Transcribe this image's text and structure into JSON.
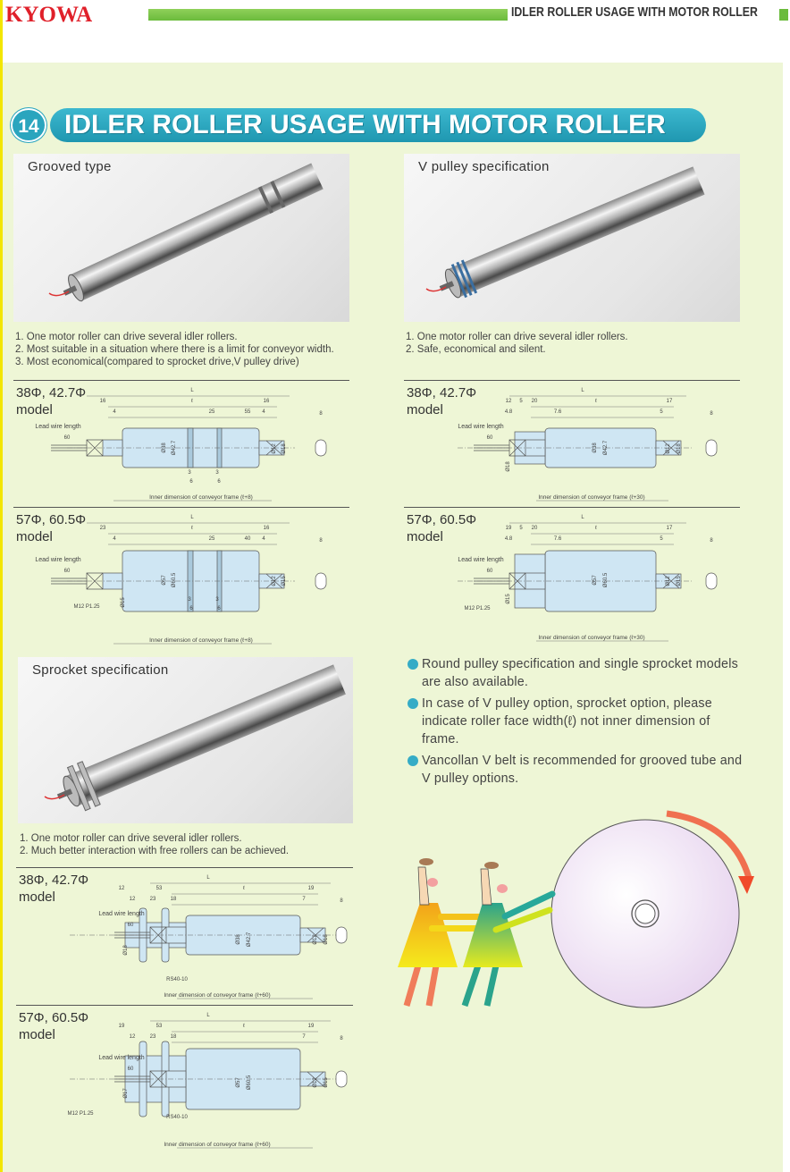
{
  "header": {
    "brand": "KYOWA",
    "title": "IDLER ROLLER USAGE WITH MOTOR ROLLER"
  },
  "section": {
    "number": "14",
    "title": "IDLER ROLLER USAGE WITH MOTOR ROLLER"
  },
  "colors": {
    "brand_red": "#e0202a",
    "green": "#6bbb3c",
    "teal": "#2aa5be",
    "page_bg": "#eef6d6",
    "roller_blue": "#cfe6f3"
  },
  "photos": {
    "grooved": {
      "caption": "Grooved type",
      "notes": [
        "1. One motor roller can drive several idler rollers.",
        "2. Most suitable in a situation where there is a limit for conveyor width.",
        "3. Most economical(compared to sprocket drive,V pulley drive)"
      ]
    },
    "vpulley": {
      "caption": "V pulley specification",
      "notes": [
        "1. One motor roller can drive several idler rollers.",
        "2. Safe, economical and silent."
      ]
    },
    "sprocket": {
      "caption": "Sprocket specification",
      "notes": [
        "1. One motor roller can drive several idler rollers.",
        "2. Much better interaction with free rollers can be achieved."
      ]
    }
  },
  "diagrams": {
    "g38": {
      "title": "38Φ, 42.7Φ",
      "model": "model",
      "lead": "Lead wire length",
      "lead_len": "60",
      "frame": "Inner dimension of conveyor frame (ℓ+8)",
      "dims": [
        "L",
        "16",
        "ℓ",
        "16",
        "4",
        "25",
        "55",
        "4",
        "Ø38",
        "Ø42.7",
        "Ø12",
        "Ø18",
        "3",
        "6",
        "3",
        "6",
        "8"
      ]
    },
    "g57": {
      "title": "57Φ, 60.5Φ",
      "model": "model",
      "lead": "Lead wire length",
      "lead_len": "60",
      "frame": "Inner dimension of conveyor frame (ℓ+8)",
      "dims": [
        "L",
        "23",
        "ℓ",
        "16",
        "4",
        "25",
        "40",
        "4",
        "Ø57",
        "Ø60.5",
        "Ø12",
        "Ø15",
        "3",
        "6",
        "3",
        "6",
        "8",
        "Ø15",
        "M12 P1.25"
      ]
    },
    "p38": {
      "title": "38Φ, 42.7Φ",
      "model": "model",
      "lead": "Lead wire length",
      "lead_len": "60",
      "frame": "Inner dimension of conveyor frame (ℓ+30)",
      "dims": [
        "L",
        "12",
        "5",
        "20",
        "ℓ",
        "17",
        "4.8",
        "7.6",
        "5",
        "Ø38",
        "Ø42.7",
        "Ø12",
        "Ø18",
        "Ø18",
        "8"
      ]
    },
    "p57": {
      "title": "57Φ, 60.5Φ",
      "model": "model",
      "lead": "Lead wire length",
      "lead_len": "60",
      "frame": "Inner dimension of conveyor frame (ℓ+30)",
      "dims": [
        "L",
        "19",
        "5",
        "20",
        "ℓ",
        "17",
        "4.8",
        "7.6",
        "5",
        "Ø57",
        "Ø60.5",
        "Ø12",
        "Ø15",
        "Ø15",
        "8",
        "M12 P1.25"
      ]
    },
    "s38": {
      "title": "38Φ, 42.7Φ",
      "model": "model",
      "lead": "Lead wire length",
      "lead_len": "60",
      "frame": "Inner dimension of conveyor frame (ℓ+60)",
      "dims": [
        "L",
        "12",
        "53",
        "ℓ",
        "19",
        "12",
        "23",
        "18",
        "7",
        "Ø38",
        "Ø42.7",
        "Ø12",
        "Ø18",
        "Ø18",
        "8",
        "RS40-10"
      ]
    },
    "s57": {
      "title": "57Φ, 60.5Φ",
      "model": "model",
      "lead": "Lead wire length",
      "lead_len": "60",
      "frame": "Inner dimension of conveyor frame (ℓ+60)",
      "dims": [
        "L",
        "19",
        "53",
        "ℓ",
        "19",
        "12",
        "23",
        "18",
        "7",
        "Ø57",
        "Ø60.5",
        "Ø12",
        "Ø15",
        "Ø17",
        "8",
        "RS40-10",
        "M12 P1.25"
      ]
    }
  },
  "bullets": [
    "Round pulley specification and single sprocket models are also available.",
    "In case of V pulley option, sprocket option, please indicate roller face width(ℓ) not inner dimension of frame.",
    "Vancollan V belt is recommended for grooved tube and V pulley options."
  ]
}
